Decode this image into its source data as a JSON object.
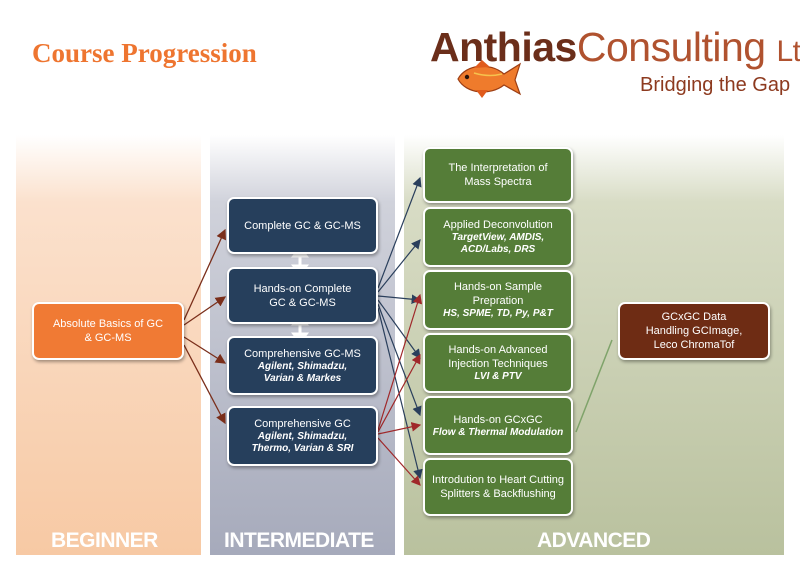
{
  "title": "Course Progression",
  "logo": {
    "name_bold": "Anthias",
    "name_light": "Consulting",
    "suffix": "Ltd",
    "tagline": "Bridging the Gap"
  },
  "columns": {
    "beginner": "BEGINNER",
    "intermediate": "INTERMEDIATE",
    "advanced": "ADVANCED"
  },
  "beginner": {
    "basics": "Absolute Basics of GC & GC-MS"
  },
  "intermediate": {
    "complete": "Complete GC & GC-MS",
    "hands_on": "Hands-on Complete GC & GC-MS",
    "comp_gcms": "Comprehensive GC-MS",
    "comp_gcms_sub": "Agilent, Shimadzu, Varian & Markes",
    "comp_gc": "Comprehensive GC",
    "comp_gc_sub": "Agilent, Shimadzu, Thermo, Varian & SRI"
  },
  "advanced": {
    "mass_spectra": "The Interpretation of Mass Spectra",
    "deconv": "Applied Deconvolution",
    "deconv_sub": "TargetView, AMDIS, ACD/Labs, DRS",
    "sample_prep": "Hands-on Sample Prepration",
    "sample_prep_sub": "HS, SPME, TD, Py, P&T",
    "injection": "Hands-on Advanced Injection Techniques",
    "injection_sub": "LVI & PTV",
    "gcxgc": "Hands-on GCxGC",
    "gcxgc_sub": "Flow & Thermal Modulation",
    "heart_cut": "Introdution to Heart Cutting Splitters & Backflushing",
    "data_handling": "GCxGC Data Handling GCImage, Leco ChromaTof"
  },
  "colors": {
    "beginner": "#f07a34",
    "intermediate": "#263f5c",
    "advanced": "#557d38",
    "data_handling": "#6e2c14",
    "arrow_brown": "#7a2e1a",
    "arrow_navy": "#2a3f5c",
    "arrow_red": "#a0282a",
    "arrow_green": "#7fa36a"
  }
}
